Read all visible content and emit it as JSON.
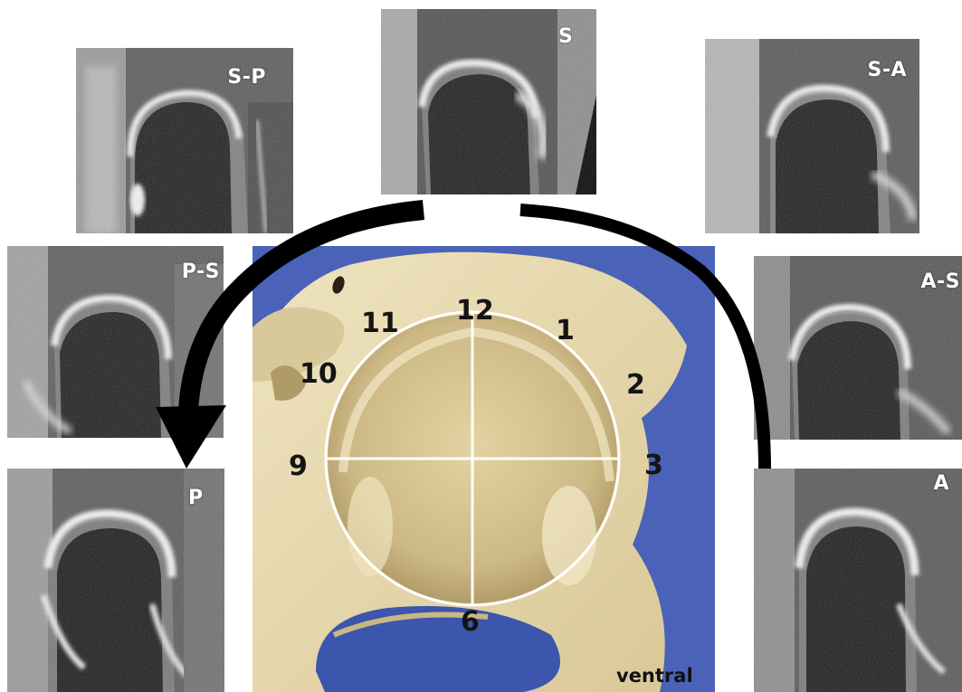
{
  "mri_panels": [
    {
      "id": "s-p",
      "label": "S-P"
    },
    {
      "id": "s",
      "label": "S"
    },
    {
      "id": "s-a",
      "label": "S-A"
    },
    {
      "id": "p-s",
      "label": "P-S"
    },
    {
      "id": "a-s",
      "label": "A-S"
    },
    {
      "id": "p",
      "label": "P"
    },
    {
      "id": "a",
      "label": "A"
    }
  ],
  "clock_positions": {
    "twelve": "12",
    "one": "1",
    "two": "2",
    "three": "3",
    "six": "6",
    "nine": "9",
    "ten": "10",
    "eleven": "11"
  },
  "orientation_label": "ventral",
  "colors": {
    "bone": "#e8dcb0",
    "background_blue": "#4a63b8",
    "circle": "#ffffff",
    "arrow": "#000000"
  },
  "icons": {
    "left_arrow": "curved-arrow-counterclockwise",
    "right_arrow": "curved-arc-right"
  }
}
